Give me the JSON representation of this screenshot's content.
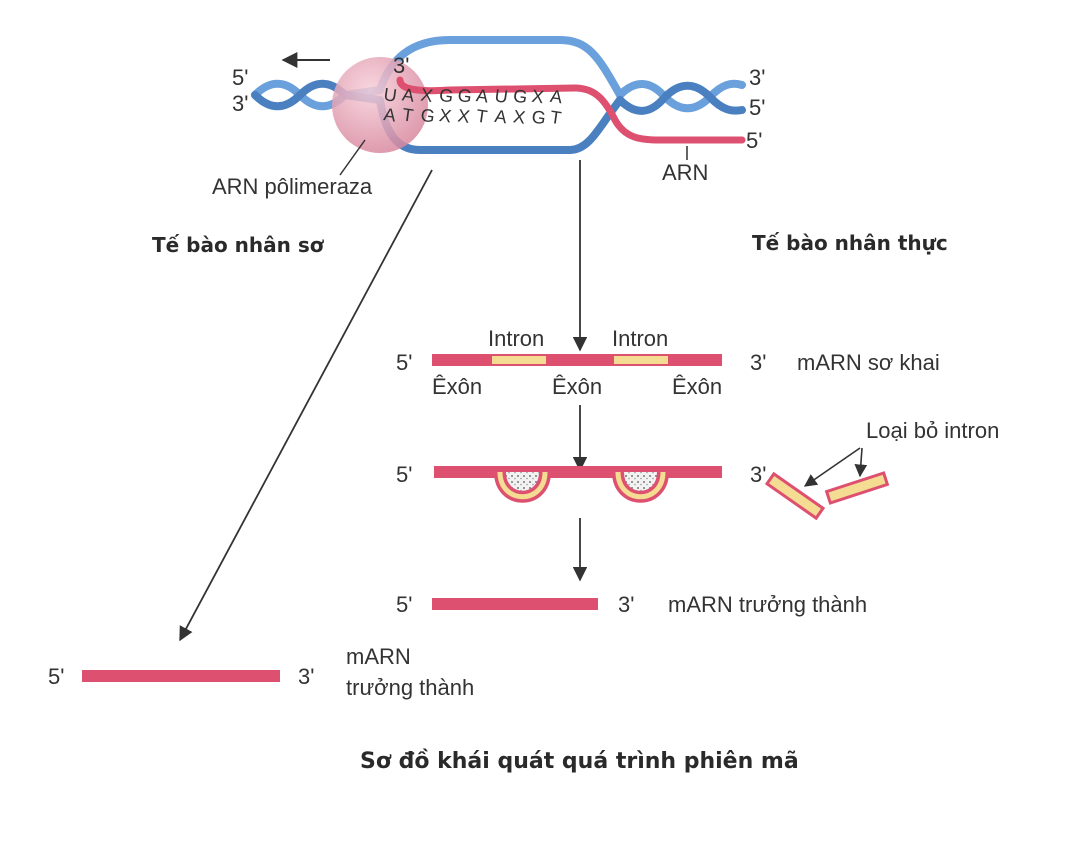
{
  "colors": {
    "dna": "#6aa0dc",
    "dna_dark": "#4a7fc0",
    "rna": "#de5070",
    "intron": "#f4dc92",
    "polymerase": "#e8a2b4",
    "arrow": "#333333",
    "text": "#333333"
  },
  "icons": {
    "polymerase": "rna-polymerase-sphere",
    "direction_arrow": "left-arrow-icon",
    "spliceosome": "spliceosome-loop"
  },
  "top": {
    "left_5": "5'",
    "left_3": "3'",
    "bubble_3": "3'",
    "right_3": "3'",
    "right_5": "5'",
    "rna_5": "5'",
    "polymerase_label": "ARN pôlimeraza",
    "rna_label": "ARN",
    "rna_sequence": [
      "U",
      "A",
      "X",
      "G",
      "G",
      "A",
      "U",
      "G",
      "X",
      "A"
    ],
    "dna_sequence": [
      "A",
      "T",
      "G",
      "X",
      "X",
      "T",
      "A",
      "X",
      "G",
      "T"
    ]
  },
  "sections": {
    "prokaryote": "Tế bào nhân sơ",
    "eukaryote": "Tế bào nhân thực"
  },
  "pre_mrna": {
    "end5": "5'",
    "end3": "3'",
    "intron_labels": [
      "Intron",
      "Intron"
    ],
    "exon_labels": [
      "Êxôn",
      "Êxôn",
      "Êxôn"
    ],
    "name": "mARN sơ khai"
  },
  "splicing": {
    "end5": "5'",
    "end3": "3'",
    "removed_label": "Loại bỏ intron"
  },
  "mature_eukaryote": {
    "end5": "5'",
    "end3": "3'",
    "name": "mARN trưởng thành"
  },
  "mature_prokaryote": {
    "end5": "5'",
    "end3": "3'",
    "name_line1": "mARN",
    "name_line2": "trưởng thành"
  },
  "caption": "Sơ đồ khái quát quá trình phiên mã"
}
